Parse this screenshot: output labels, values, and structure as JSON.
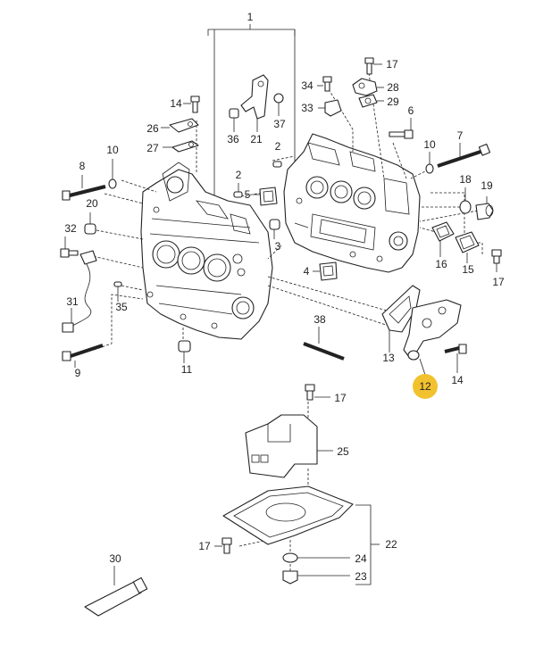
{
  "diagram": {
    "highlight_color": "#f2c12e",
    "line_color": "#222222",
    "highlighted_part": "12",
    "callouts": [
      "1",
      "2",
      "2",
      "3",
      "4",
      "5",
      "6",
      "7",
      "8",
      "9",
      "10",
      "10",
      "11",
      "12",
      "13",
      "14",
      "14",
      "15",
      "16",
      "17",
      "17",
      "17",
      "17",
      "18",
      "19",
      "20",
      "21",
      "22",
      "23",
      "24",
      "25",
      "26",
      "27",
      "28",
      "29",
      "30",
      "31",
      "32",
      "33",
      "34",
      "35",
      "36",
      "37",
      "38"
    ]
  }
}
